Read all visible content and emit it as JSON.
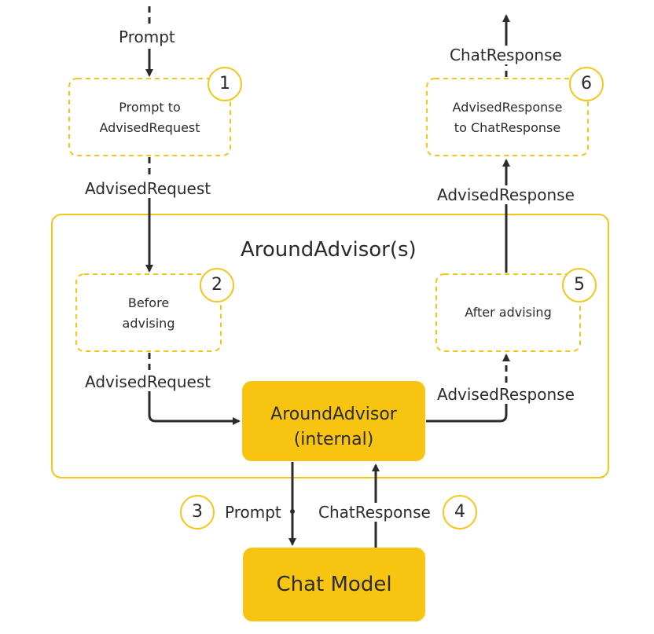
{
  "inputs": {
    "prompt_in": "Prompt",
    "chat_response_out": "ChatResponse"
  },
  "steps": [
    {
      "number": "1",
      "label_line1": "Prompt to",
      "label_line2": "AdvisedRequest"
    },
    {
      "number": "2",
      "label_line1": "Before",
      "label_line2": "advising"
    },
    {
      "number": "3"
    },
    {
      "number": "4"
    },
    {
      "number": "5",
      "label_line1": "After advising"
    },
    {
      "number": "6",
      "label_line1": "AdvisedResponse",
      "label_line2": "to ChatResponse"
    }
  ],
  "edges": {
    "advised_request_top": "AdvisedRequest",
    "advised_request_bottom": "AdvisedRequest",
    "advised_response_bottom": "AdvisedResponse",
    "advised_response_top": "AdvisedResponse",
    "prompt_to_model": "Prompt",
    "chat_response_from_model": "ChatResponse"
  },
  "group": {
    "title": "AroundAdvisor(s)"
  },
  "internal": {
    "line1": "AroundAdvisor",
    "line2": "(internal)"
  },
  "model": {
    "label": "Chat Model"
  },
  "colors": {
    "accent": "#f5c518",
    "box_fill": "#f6c411",
    "arrow": "#2b2b2b"
  }
}
